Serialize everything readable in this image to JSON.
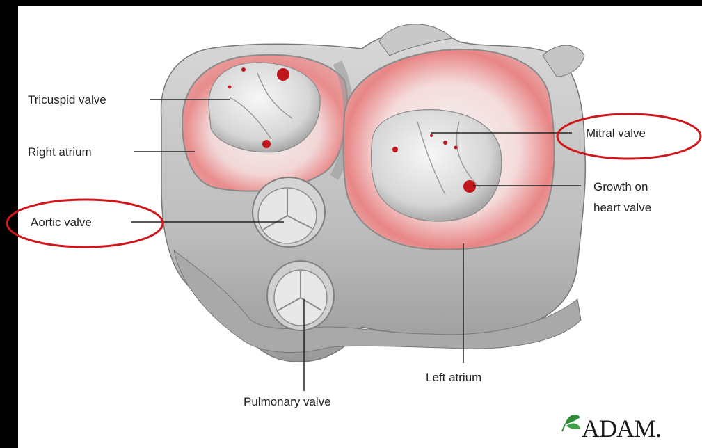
{
  "labels": {
    "tricuspid": "Tricuspid valve",
    "right_atrium": "Right atrium",
    "aortic": "Aortic valve",
    "mitral": "Mitral valve",
    "growth_line1": "Growth on",
    "growth_line2": "heart valve",
    "left_atrium": "Left atrium",
    "pulmonary": "Pulmonary valve"
  },
  "logo": {
    "text": "ADAM.",
    "icon": "leaf-icon"
  },
  "colors": {
    "background": "#000000",
    "panel": "#ffffff",
    "highlight_ellipse": "#d0161b",
    "tissue_gray": "#b9b9b9",
    "tissue_pink": "#e98c8c",
    "lesion_red": "#c0161c"
  }
}
